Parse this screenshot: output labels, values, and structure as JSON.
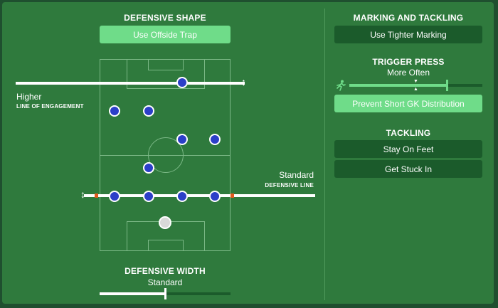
{
  "defensive_shape": {
    "title": "DEFENSIVE SHAPE",
    "offside_trap_label": "Use Offside Trap",
    "engagement": {
      "level": "Higher",
      "caption": "LINE OF ENGAGEMENT"
    },
    "defensive_line": {
      "level": "Standard",
      "caption": "DEFENSIVE LINE"
    },
    "width": {
      "title": "DEFENSIVE WIDTH",
      "level": "Standard",
      "slider_fraction": 0.5
    }
  },
  "marking": {
    "title": "MARKING AND TACKLING",
    "tighter_marking_label": "Use Tighter Marking",
    "trigger_press": {
      "title": "TRIGGER PRESS",
      "level": "More Often",
      "slider_fraction": 0.73
    },
    "prevent_gk_label": "Prevent Short GK Distribution",
    "tackling": {
      "title": "TACKLING",
      "options": [
        "Stay On Feet",
        "Get Stuck In"
      ]
    }
  },
  "icons": [
    "runner-icon",
    "double-arrow-icon"
  ],
  "colors": {
    "active_button": "#6fdc89",
    "dark_button": "#1b5b2b",
    "player": "#2c3fc8",
    "panel": "#2f7a3d"
  }
}
